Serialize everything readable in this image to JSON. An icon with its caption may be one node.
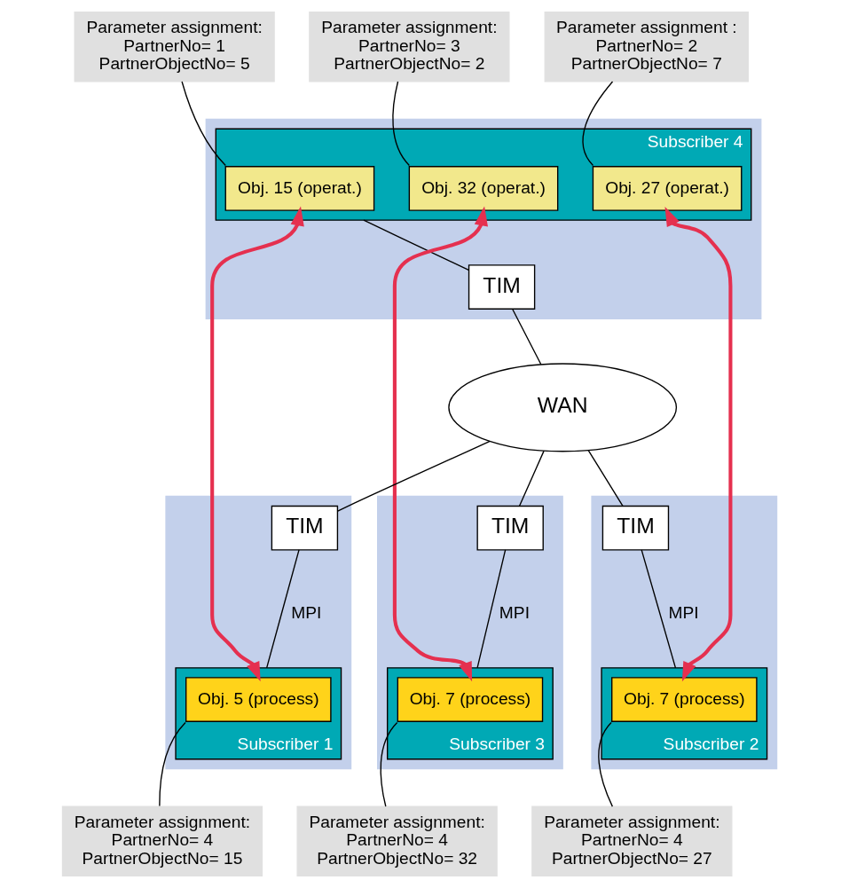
{
  "diagram": {
    "nodes": [
      {
        "text": [],
        "shape": "box"
      },
      {
        "text": [
          "Subscriber 4"
        ],
        "in": 0
      },
      {
        "text": [
          "Obj. 15 (operat.)"
        ],
        "in": 1
      },
      {
        "text": [
          "Obj. 27 (operat.)"
        ],
        "in": 1
      },
      {
        "text": [
          "Obj. 32 (operat.)"
        ],
        "in": 1
      },
      {
        "text": [
          "TIM"
        ],
        "in": 0
      },
      {
        "text": [
          "WAN"
        ]
      },
      {
        "text": [],
        "shape": "box"
      },
      {
        "text": [
          "TIM"
        ],
        "in": 7
      },
      {
        "text": [
          "Subscriber 1"
        ],
        "in": 7
      },
      {
        "text": [
          "Obj. 5 (process)"
        ],
        "in": 9
      },
      {
        "text": [],
        "shape": "box"
      },
      {
        "text": [
          "TIM"
        ],
        "in": 11
      },
      {
        "text": [
          "Subscriber 2"
        ],
        "in": 11
      },
      {
        "text": [
          "Obj. 7 (process)"
        ],
        "in": 13
      },
      {
        "text": [],
        "shape": "box"
      },
      {
        "text": [
          "TIM"
        ],
        "in": 15
      },
      {
        "text": [
          "Subscriber 3"
        ],
        "in": 15
      },
      {
        "text": [
          "Obj. 7 (process)"
        ],
        "in": 17
      },
      {
        "text": [
          "Parameter assignment:",
          "PartnerNo= 1",
          "PartnerObjectNo= 5"
        ]
      },
      {
        "text": [
          "Parameter assignment :",
          "PartnerNo= 2",
          "PartnerObjectNo= 7"
        ]
      },
      {
        "text": [
          "Parameter assignment:",
          "PartnerNo= 3",
          "PartnerObjectNo= 2"
        ]
      },
      {
        "text": [
          "Parameter assignment:",
          "PartnerNo= 4",
          "PartnerObjectNo= 15"
        ]
      },
      {
        "text": [
          "Parameter assignment:",
          "PartnerNo= 4",
          "PartnerObjectNo= 27"
        ]
      },
      {
        "text": [
          "Parameter assignment:",
          "PartnerNo= 4",
          "PartnerObjectNo= 32"
        ]
      }
    ],
    "edges": [
      {
        "from": 19,
        "to": 2,
        "arrow": "none"
      },
      {
        "from": 20,
        "to": 3,
        "arrow": "none"
      },
      {
        "from": 21,
        "to": 4,
        "arrow": "none"
      },
      {
        "from": 1,
        "to": 5,
        "arrow": "none"
      },
      {
        "from": 5,
        "to": 6,
        "arrow": "none"
      },
      {
        "from": 6,
        "to": 8,
        "arrow": "none"
      },
      {
        "from": 6,
        "to": 12,
        "arrow": "none"
      },
      {
        "from": 6,
        "to": 16,
        "arrow": "none"
      },
      {
        "from": 8,
        "to": 9,
        "arrow": "none",
        "label": "MPI"
      },
      {
        "from": 12,
        "to": 13,
        "arrow": "none",
        "label": "MPI"
      },
      {
        "from": 16,
        "to": 17,
        "arrow": "none",
        "label": "MPI"
      },
      {
        "from": 2,
        "to": 10,
        "arrow": "both",
        "style": "thick",
        "color": "#e5304f"
      },
      {
        "from": 3,
        "to": 14,
        "arrow": "both",
        "style": "thick",
        "color": "#e5304f"
      },
      {
        "from": 4,
        "to": 18,
        "arrow": "both",
        "style": "thick",
        "color": "#e5304f"
      },
      {
        "from": 10,
        "to": 22,
        "arrow": "none"
      },
      {
        "from": 14,
        "to": 23,
        "arrow": "none"
      },
      {
        "from": 18,
        "to": 24,
        "arrow": "none"
      }
    ]
  }
}
